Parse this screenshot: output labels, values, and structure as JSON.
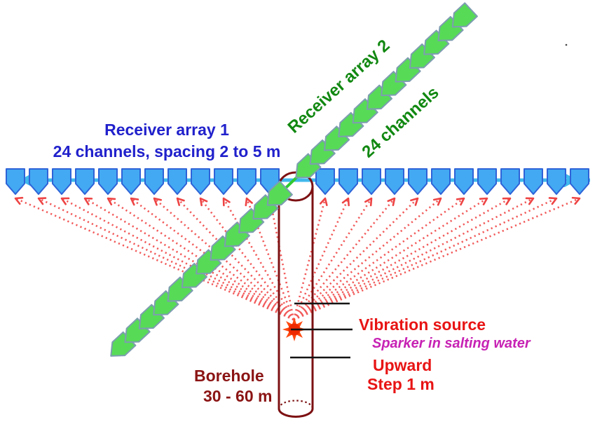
{
  "diagram": {
    "background_color": "#FFFFFF",
    "array1": {
      "title": "Receiver array 1",
      "subtitle": "24 channels, spacing 2 to 5 m",
      "channel_count": 24,
      "receiver_icon": "blue-pentagon-geophone",
      "text_color": "#2121CC",
      "line_color": "#3FB8EC",
      "receiver_fill": "#43A9F2",
      "receiver_stroke": "#2E63D8"
    },
    "array2": {
      "title": "Receiver array 2",
      "subtitle": "24 channels",
      "channel_count": 24,
      "receiver_icon": "green-pentagon-geophone",
      "text_color": "#118811",
      "line_color": "#30C930",
      "receiver_fill": "#57DB57",
      "receiver_stroke": "#7D9DB0"
    },
    "source": {
      "label": "Vibration source",
      "sublabel": "Sparker in salting water",
      "movement": "Upward",
      "movement_step": "Step 1 m",
      "icon": "sunburst-source-icon",
      "label_color": "#E81414",
      "sublabel_color": "#C722B4",
      "star_color": "#FF4A10",
      "star_core_color": "#EE2A00",
      "ray_color": "#F25A5A",
      "ray_count": 24
    },
    "borehole": {
      "label": "Borehole",
      "depth_range": "30 - 60 m",
      "outline_color": "#7D1113",
      "text_color": "#8B1414"
    },
    "pointer_line_color": "#141414"
  }
}
